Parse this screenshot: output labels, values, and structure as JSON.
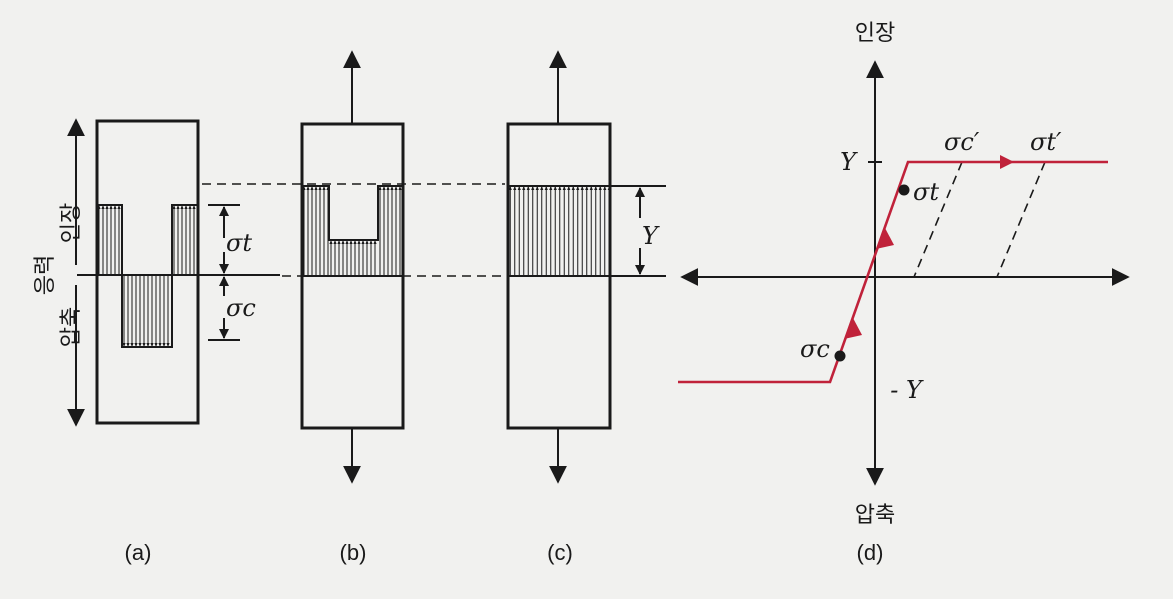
{
  "panel_a": {
    "axis_label": "응력",
    "tension_label": "인장",
    "compression_label": "압축",
    "sigma_t": "σt",
    "sigma_c": "σc",
    "caption": "(a)"
  },
  "panel_b": {
    "caption": "(b)"
  },
  "panel_c": {
    "yield_label": "Y",
    "caption": "(c)"
  },
  "panel_d": {
    "tension_label": "인장",
    "compression_label": "압축",
    "y_pos_label": "Y",
    "y_neg_label": "- Y",
    "sigma_t": "σt",
    "sigma_c": "σc",
    "sigma_c_prime": "σc′",
    "sigma_t_prime": "σt′",
    "caption": "(d)",
    "curve_color": "#c0223a"
  }
}
